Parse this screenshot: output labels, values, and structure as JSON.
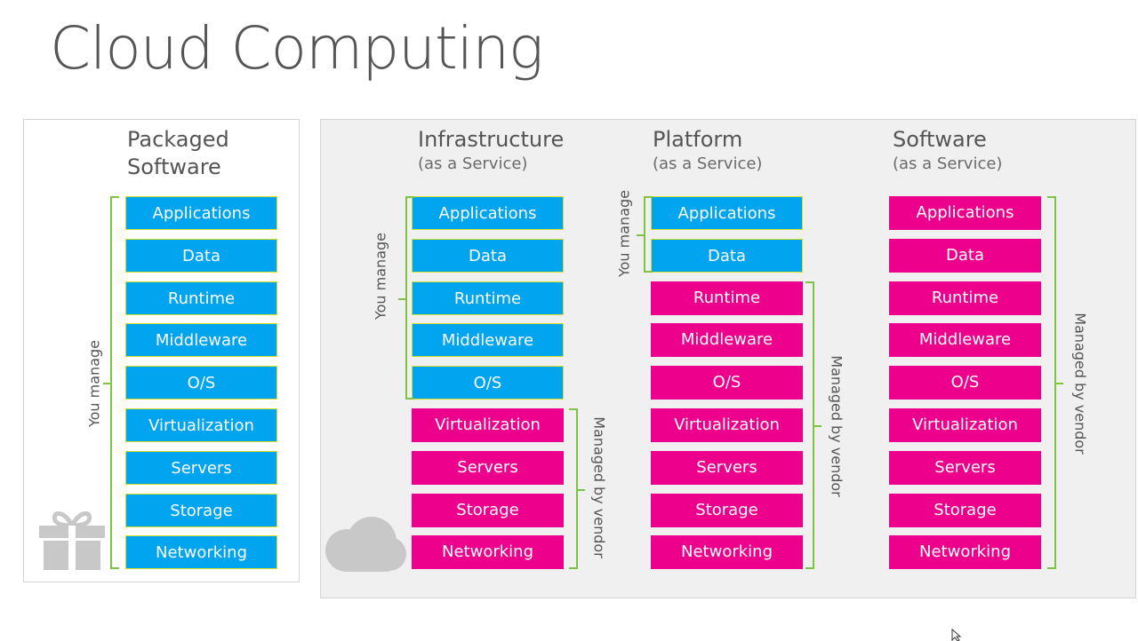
{
  "title": "Cloud Computing",
  "columns": [
    {
      "heading_line1": "Packaged",
      "heading_line2": "Software",
      "you_manage_label": "You manage",
      "layers": [
        "Applications",
        "Data",
        "Runtime",
        "Middleware",
        "O/S",
        "Virtualization",
        "Servers",
        "Storage",
        "Networking"
      ],
      "you_manage_count": 9
    },
    {
      "heading_line1": "Infrastructure",
      "heading_line2": "(as a Service)",
      "you_manage_label": "You manage",
      "vendor_label": "Managed by vendor",
      "layers": [
        "Applications",
        "Data",
        "Runtime",
        "Middleware",
        "O/S",
        "Virtualization",
        "Servers",
        "Storage",
        "Networking"
      ],
      "you_manage_count": 5
    },
    {
      "heading_line1": "Platform",
      "heading_line2": "(as a Service)",
      "you_manage_label": "You manage",
      "vendor_label": "Managed by vendor",
      "layers": [
        "Applications",
        "Data",
        "Runtime",
        "Middleware",
        "O/S",
        "Virtualization",
        "Servers",
        "Storage",
        "Networking"
      ],
      "you_manage_count": 2
    },
    {
      "heading_line1": "Software",
      "heading_line2": "(as a Service)",
      "vendor_label": "Managed by vendor",
      "layers": [
        "Applications",
        "Data",
        "Runtime",
        "Middleware",
        "O/S",
        "Virtualization",
        "Servers",
        "Storage",
        "Networking"
      ],
      "you_manage_count": 0
    }
  ],
  "icons": [
    "gift-icon",
    "cloud-icon",
    "mouse-cursor-icon"
  ],
  "colors": {
    "you_manage": "#00a4ef",
    "vendor": "#ec008c",
    "bracket": "#7dc242",
    "box_border": "#d4dd2a",
    "text": "#555555",
    "panel_bg": "#f0f0f0"
  }
}
